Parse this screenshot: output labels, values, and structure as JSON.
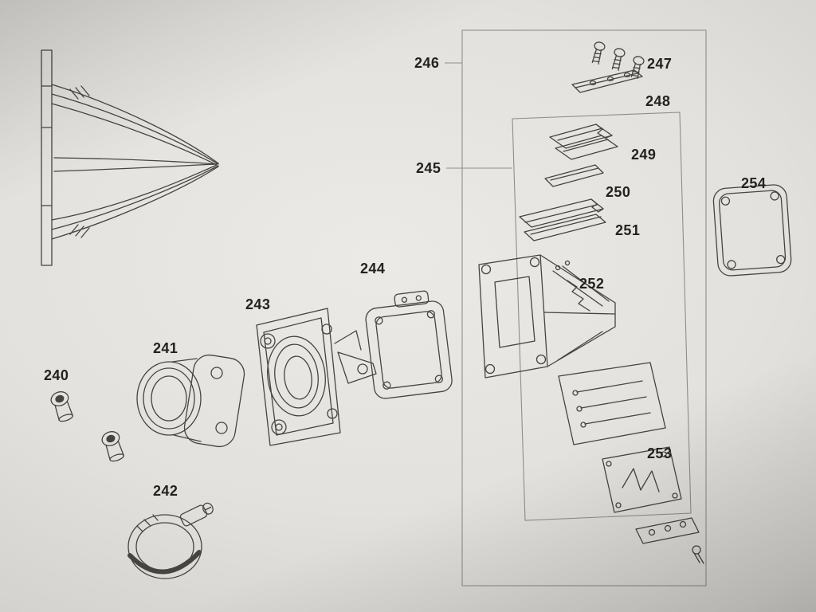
{
  "figure": {
    "type": "exploded-parts-diagram"
  },
  "labels": {
    "240": "240",
    "241": "241",
    "242": "242",
    "243": "243",
    "244": "244",
    "245": "245",
    "246": "246",
    "247": "247",
    "248": "248",
    "249": "249",
    "250": "250",
    "251": "251",
    "252": "252",
    "253": "253",
    "254": "254"
  },
  "colors": {
    "paper": "#e2e1dd",
    "line": "#45443f",
    "label_text": "#23221f",
    "box_line": "#8f8d88"
  }
}
